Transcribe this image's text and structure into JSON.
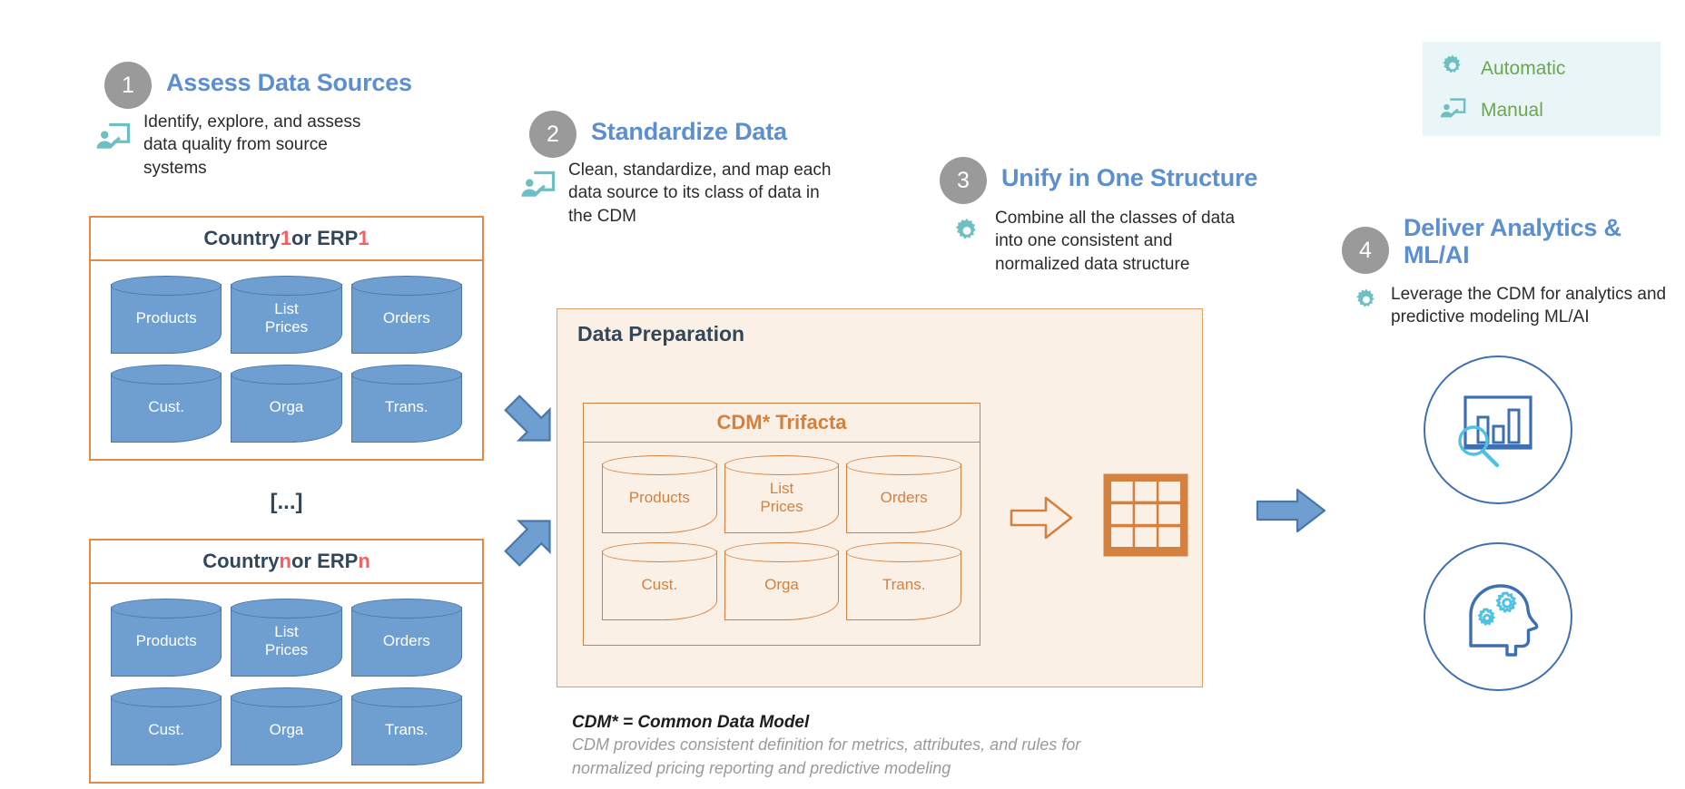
{
  "legend": {
    "rows": [
      {
        "icon": "gear-icon",
        "label": "Automatic"
      },
      {
        "icon": "person-at-board-icon",
        "label": "Manual"
      }
    ],
    "bg_color": "#eaf5f7",
    "label_color": "#6aa84f"
  },
  "steps": [
    {
      "number": "1",
      "title": "Assess Data Sources",
      "icon": "person-at-board-icon",
      "description": "Identify, explore, and assess data quality from source systems"
    },
    {
      "number": "2",
      "title": "Standardize Data",
      "icon": "person-at-board-icon",
      "description": "Clean, standardize, and map each data source to its class of data in the CDM"
    },
    {
      "number": "3",
      "title": "Unify in One Structure",
      "icon": "gear-icon",
      "description": "Combine all the classes of data into one consistent and normalized data structure"
    },
    {
      "number": "4",
      "title": "Deliver Analytics & ML/AI",
      "icon": "gear-icon",
      "description": "Leverage the CDM for analytics and predictive modeling ML/AI"
    }
  ],
  "sources": {
    "ellipsis": "[...]",
    "boxes": [
      {
        "title_prefix": "Country ",
        "title_index": "1",
        "title_mid": " or ERP ",
        "title_index2": "1",
        "cylinders": [
          "Products",
          "List Prices",
          "Orders",
          "Cust.",
          "Orga",
          "Trans."
        ]
      },
      {
        "title_prefix": "Country ",
        "title_index": "n",
        "title_mid": " or ERP ",
        "title_index2": "n",
        "cylinders": [
          "Products",
          "List Prices",
          "Orders",
          "Cust.",
          "Orga",
          "Trans."
        ]
      }
    ]
  },
  "data_preparation": {
    "title": "Data Preparation",
    "cdm_title": "CDM* Trifacta",
    "cylinders": [
      "Products",
      "List Prices",
      "Orders",
      "Cust.",
      "Orga",
      "Trans."
    ],
    "output_icon": "table-grid-icon",
    "transform_arrow": "arrow-right-outline-icon"
  },
  "footnote": {
    "title": "CDM* = Common Data Model",
    "line1": "CDM provides consistent definition for metrics, attributes, and rules for",
    "line2": "normalized pricing reporting and predictive modeling"
  },
  "outputs": [
    {
      "icon": "analytics-chart-magnifier-icon"
    },
    {
      "icon": "head-with-gears-ai-icon"
    }
  ],
  "arrows": [
    {
      "name": "arrow-source1-to-prep",
      "direction": "down-right"
    },
    {
      "name": "arrow-sourcen-to-prep",
      "direction": "up-right"
    },
    {
      "name": "arrow-prep-to-outputs",
      "direction": "right"
    }
  ],
  "colors": {
    "accent_blue": "#5b8fd0",
    "cylinder_blue": "#6f9fd0",
    "orange": "#d4813f",
    "orange_border": "#e28b49",
    "prep_bg": "#fbf0e5",
    "teal": "#6ebfc4",
    "navy": "#33475b",
    "red": "#f4615f",
    "grey_circle": "#9a9a9a"
  }
}
